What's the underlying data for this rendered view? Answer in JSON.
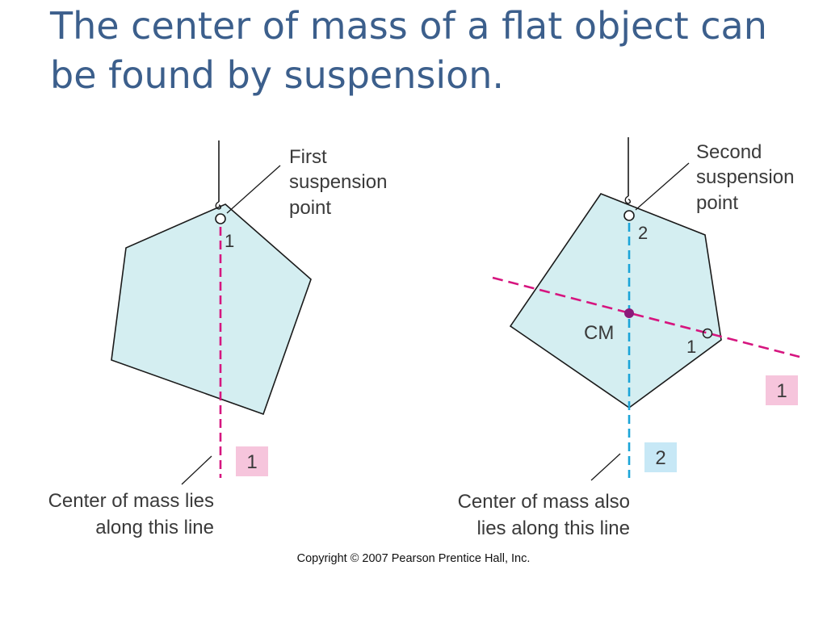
{
  "title": {
    "line1": "The center of mass of a flat object can",
    "line2": "be found by suspension."
  },
  "left_figure": {
    "label_lines": [
      "First",
      "suspension",
      "point"
    ],
    "point_number": "1",
    "line_badge": "1",
    "caption_lines": [
      "Center of mass lies",
      "along this line"
    ]
  },
  "right_figure": {
    "label_lines": [
      "Second",
      "suspension",
      "point"
    ],
    "point_number_2": "2",
    "point_number_1": "1",
    "cm_label": "CM",
    "badge_line_1": "1",
    "badge_line_2": "2",
    "caption_lines": [
      "Center of mass also",
      "lies along this line"
    ]
  },
  "copyright": "Copyright © 2007 Pearson Prentice Hall, Inc.",
  "colors": {
    "shape_fill": "#d4eef1",
    "line_1": "#d6157f",
    "line_2": "#1ba4d8",
    "badge_1_bg": "#f6c5dc",
    "badge_2_bg": "#c7e8f6",
    "cm_dot": "#8b1a7a",
    "title": "#3c5f8c"
  }
}
